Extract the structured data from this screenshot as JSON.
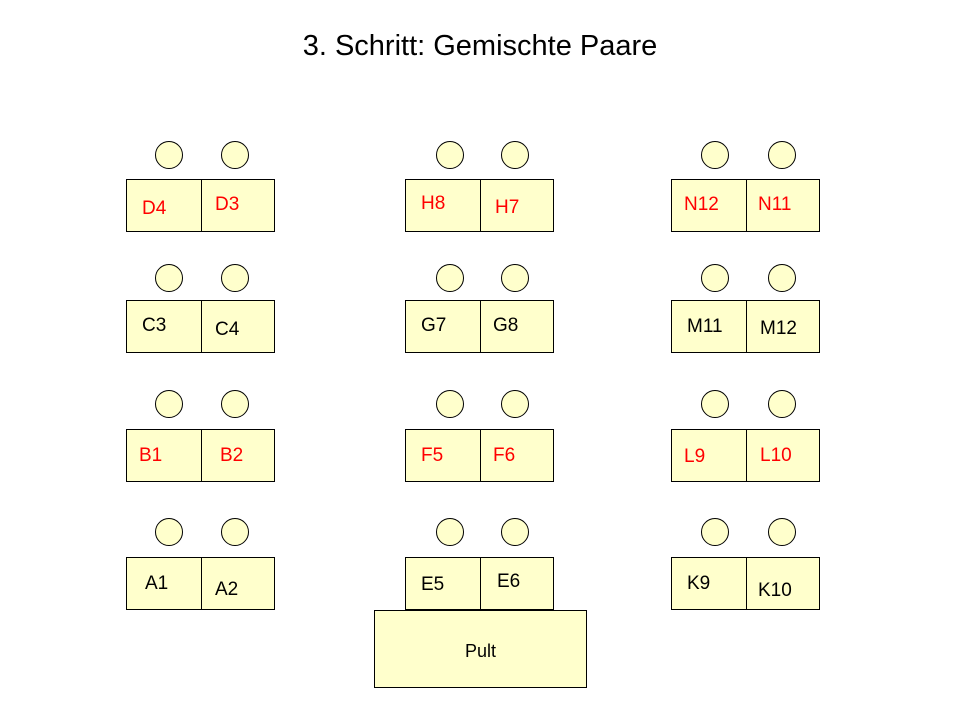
{
  "title": "3. Schritt: Gemischte Paare",
  "colors": {
    "red": "#ff0000",
    "black": "#000000",
    "fill": "#ffffcc"
  },
  "seats": {
    "D4": "D4",
    "D3": "D3",
    "H8": "H8",
    "H7": "H7",
    "N12": "N12",
    "N11": "N11",
    "C3": "C3",
    "C4": "C4",
    "G7": "G7",
    "G8": "G8",
    "M11": "M11",
    "M12": "M12",
    "B1": "B1",
    "B2": "B2",
    "F5": "F5",
    "F6": "F6",
    "L9": "L9",
    "L10": "L10",
    "A1": "A1",
    "A2": "A2",
    "E5": "E5",
    "E6": "E6",
    "K9": "K9",
    "K10": "K10"
  },
  "pult": "Pult"
}
